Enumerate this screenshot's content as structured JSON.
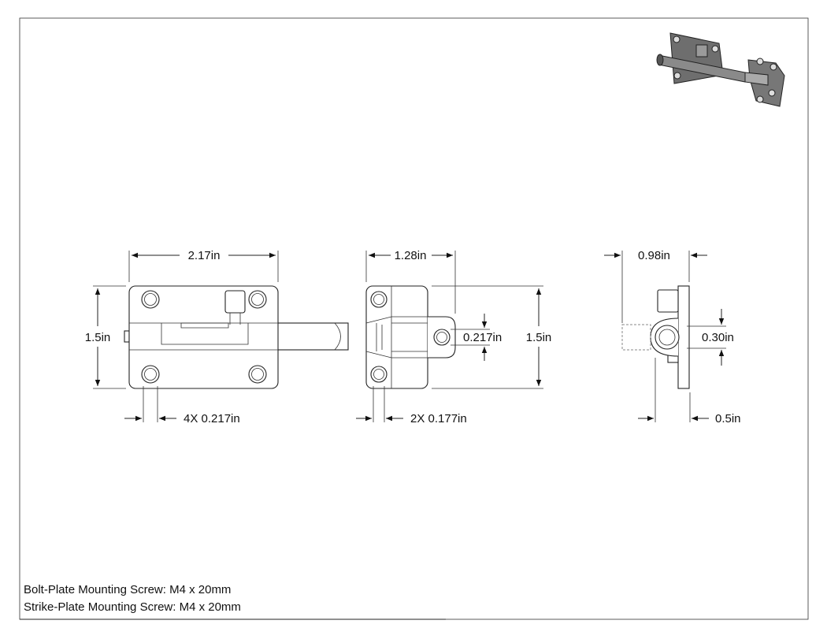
{
  "front_view": {
    "width_label": "2.17in",
    "height_label": "1.5in",
    "holes_label": "4X 0.217in"
  },
  "side_view": {
    "width_label": "1.28in",
    "hole_label": "0.217in",
    "height_label": "1.5in",
    "holes_label": "2X 0.177in"
  },
  "end_view": {
    "width_label": "0.98in",
    "bolt_label": "0.30in",
    "depth_label": "0.5in"
  },
  "notes": {
    "bolt_plate": "Bolt-Plate Mounting Screw: M4 x 20mm",
    "strike_plate": "Strike-Plate Mounting Screw: M4 x 20mm"
  }
}
